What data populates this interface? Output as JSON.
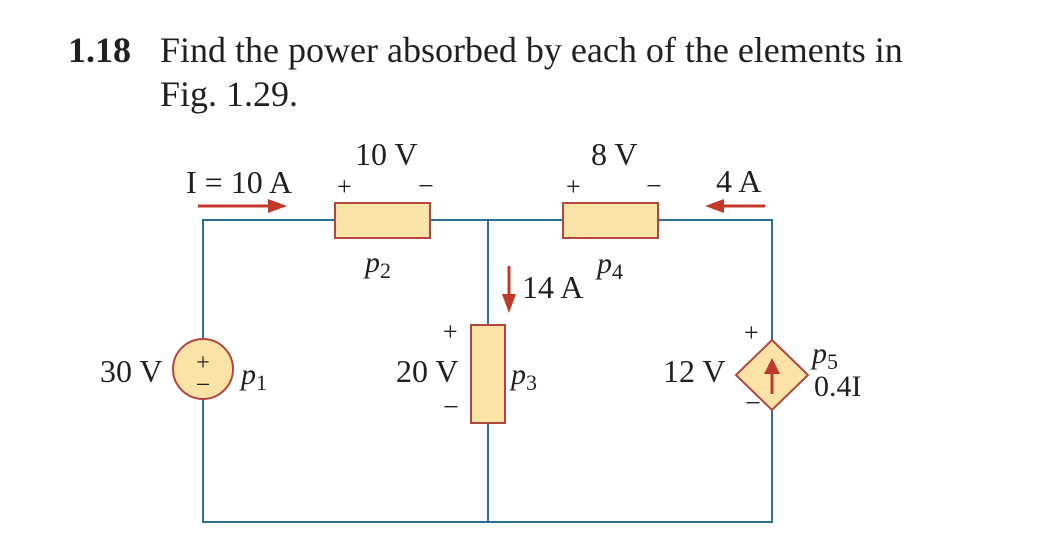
{
  "problem": {
    "number": "1.18",
    "text_line1": "Find the power absorbed by each of the elements in",
    "text_line2": "Fig. 1.29."
  },
  "figure": {
    "labels": {
      "i_label": "I = 10 A",
      "v2": "10 V",
      "v4": "8 V",
      "i_right": "4 A",
      "p2": "p2",
      "p4": "p4",
      "i_mid": "14 A",
      "v1": "30 V",
      "p1": "p1",
      "v3": "20 V",
      "p3": "p3",
      "v5": "12 V",
      "p5": "p5",
      "dep": "0.4I",
      "plus": "+",
      "minus": "−"
    },
    "colors": {
      "wire": "#2a6f97",
      "box_fill": "#fbe3a7",
      "box_stroke": "#b0463e",
      "arrow": "#c0392b",
      "text": "#231f20"
    }
  }
}
